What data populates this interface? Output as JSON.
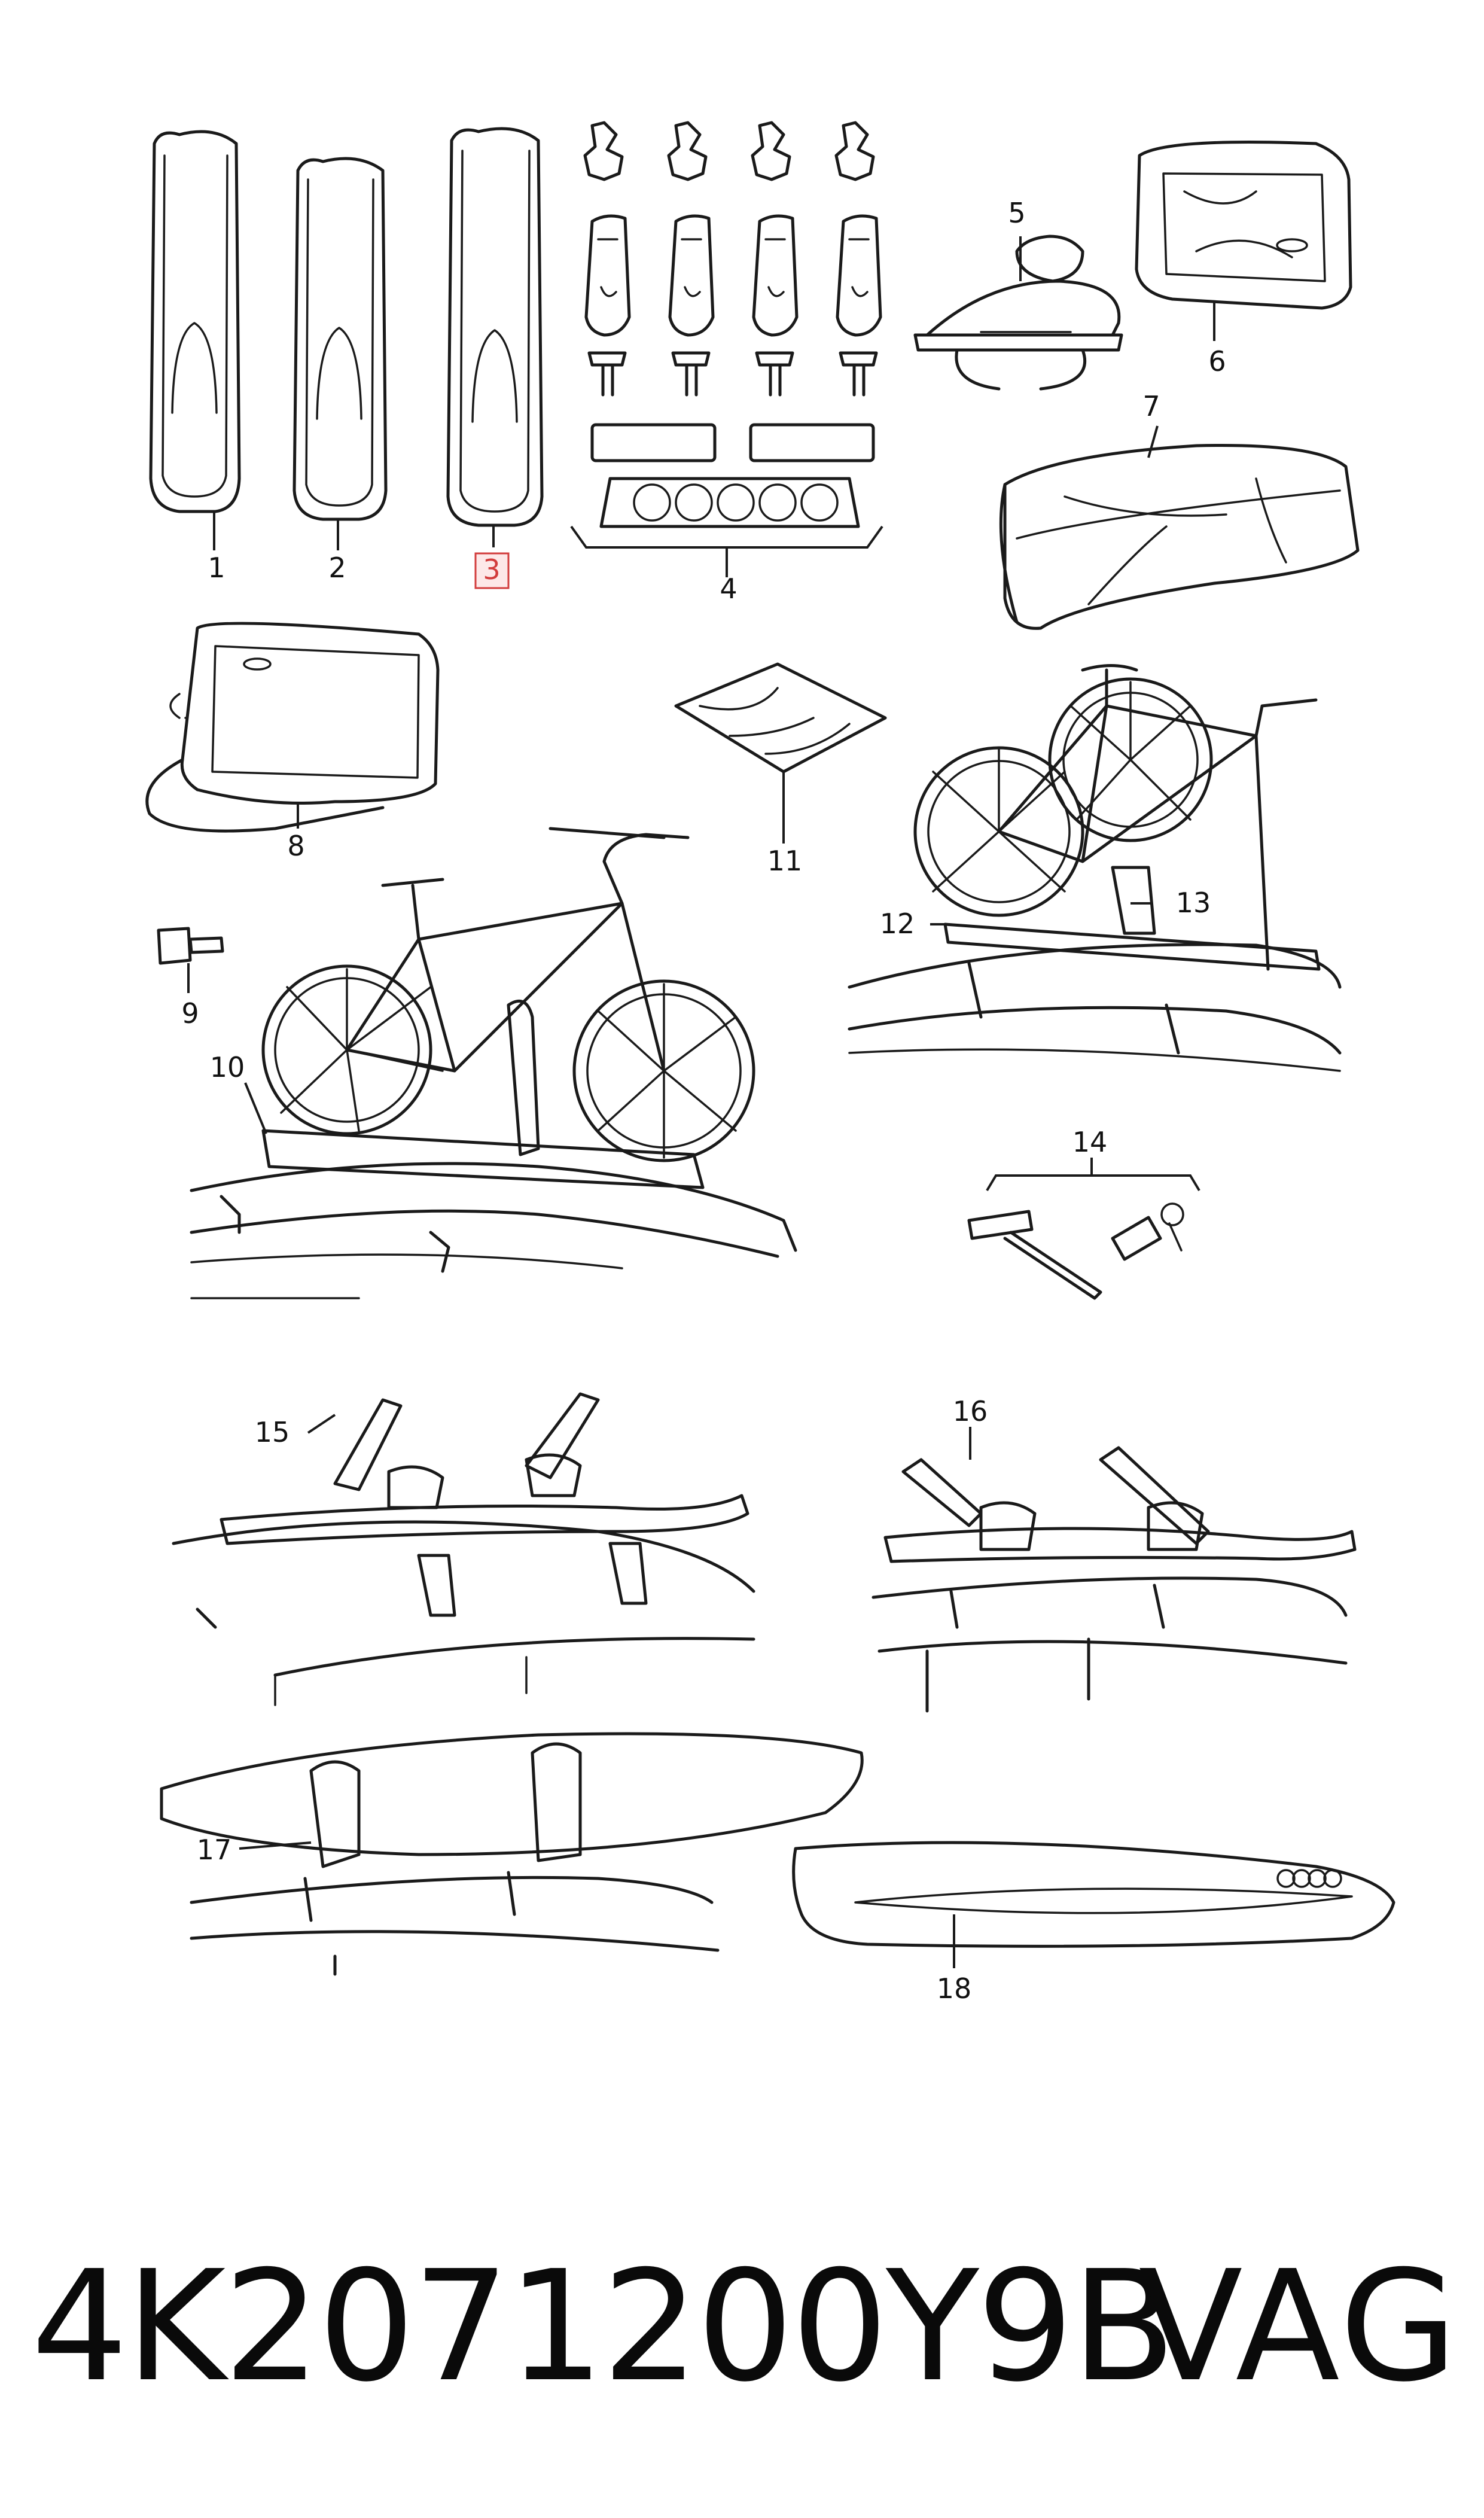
{
  "diagram": {
    "callouts": [
      {
        "label": "1"
      },
      {
        "label": "2"
      },
      {
        "label": "3",
        "highlighted": true
      },
      {
        "label": "4"
      },
      {
        "label": "5"
      },
      {
        "label": "6"
      },
      {
        "label": "7"
      },
      {
        "label": "8"
      },
      {
        "label": "9"
      },
      {
        "label": "10"
      },
      {
        "label": "11"
      },
      {
        "label": "12"
      },
      {
        "label": "13"
      },
      {
        "label": "14"
      },
      {
        "label": "15"
      },
      {
        "label": "16"
      },
      {
        "label": "17"
      },
      {
        "label": "18"
      }
    ],
    "highlight_color": "#d23c3c"
  },
  "footer": {
    "part_number": "4K2071200Y9B",
    "brand": "VAG"
  }
}
